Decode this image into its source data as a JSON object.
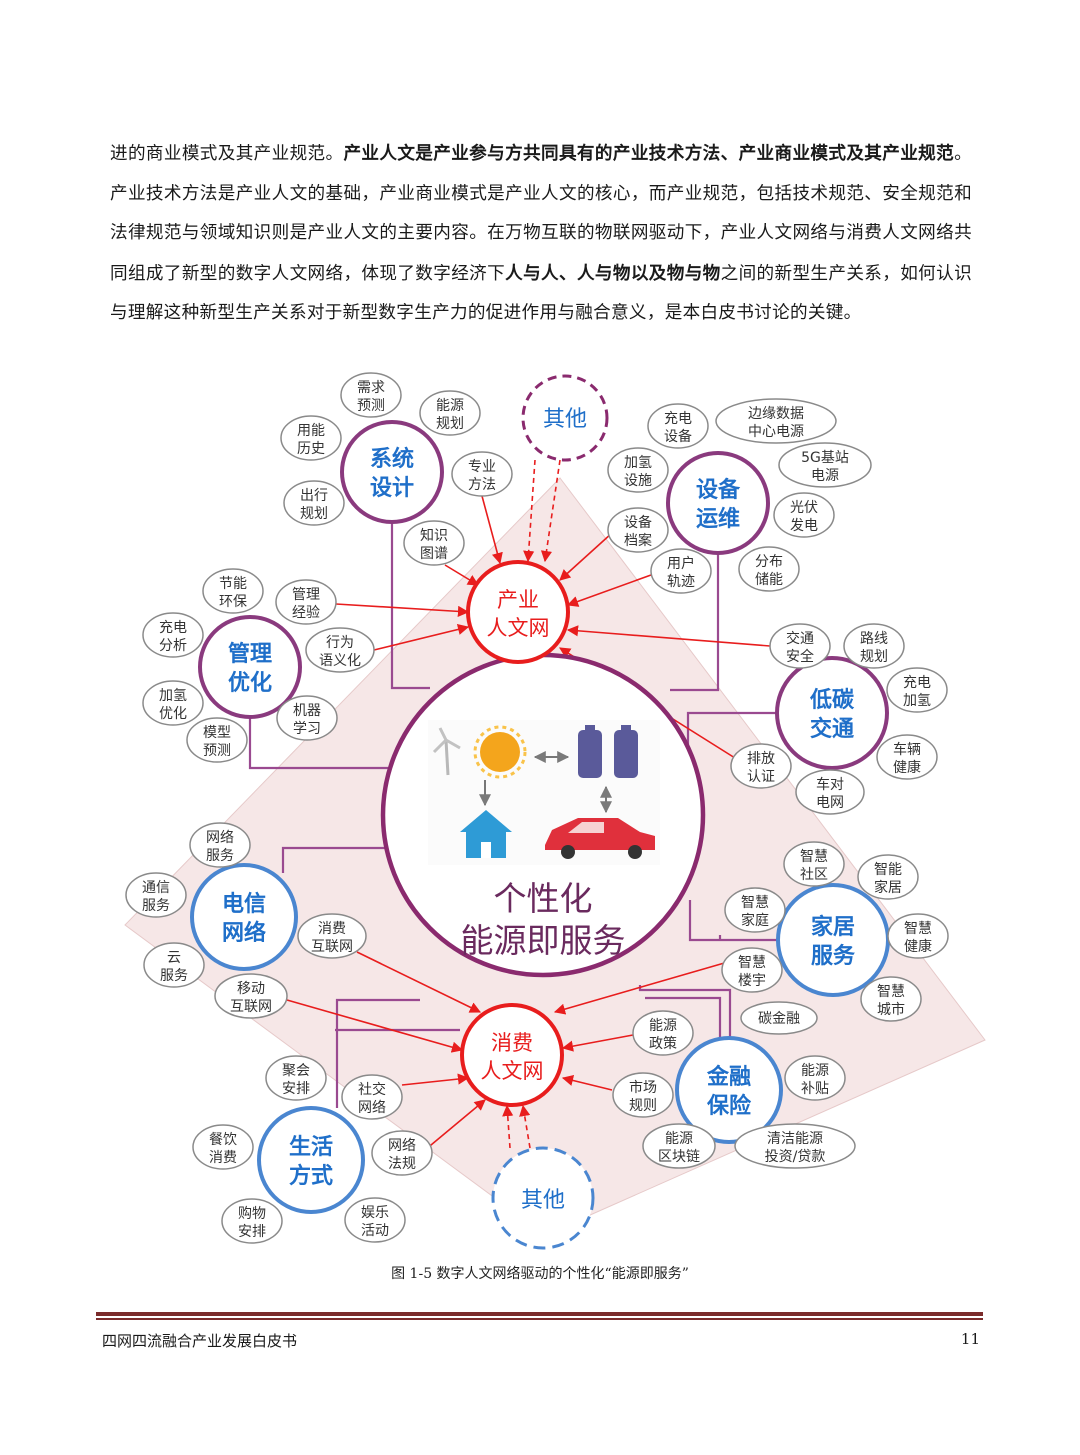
{
  "paragraph": {
    "s1": "进的商业模式及其产业规范。",
    "s2": "产业人文是产业参与方共同具有的产业技术方法、产业商业模式及其产业规范",
    "s3": "。产业技术方法是产业人文的基础，产业商业模式是产业人文的核心，而产业规范，包括技术规范、安全规范和法律规范与领域知识则是产业人文的主要内容。在万物互联的物联网驱动下，产业人文网络与消费人文网络共同组成了新型的数字人文网络，体现了数字经济下",
    "s4": "人与人、人与物以及物与物",
    "s5": "之间的新型生产关系，如何认识与理解这种新型生产关系对于新型数字生产力的促进作用与融合意义，是本白皮书讨论的关键。"
  },
  "diagram": {
    "center": {
      "line1": "个性化",
      "line2": "能源即服务"
    },
    "hubs": {
      "industry": [
        "产业",
        "人文网"
      ],
      "consumer": [
        "消费",
        "人文网"
      ]
    },
    "other_top": "其他",
    "other_bottom": "其他",
    "clusters": {
      "system": [
        "系统",
        "设计"
      ],
      "equipment": [
        "设备",
        "运维"
      ],
      "management": [
        "管理",
        "优化"
      ],
      "transport": [
        "低碳",
        "交通"
      ],
      "telecom": [
        "电信",
        "网络"
      ],
      "home": [
        "家居",
        "服务"
      ],
      "finance": [
        "金融",
        "保险"
      ],
      "life": [
        "生活",
        "方式"
      ]
    },
    "leaves": {
      "demand_forecast": [
        "需求",
        "预测"
      ],
      "energy_plan": [
        "能源",
        "规划"
      ],
      "usage_history": [
        "用能",
        "历史"
      ],
      "travel_plan": [
        "出行",
        "规划"
      ],
      "expert_method": [
        "专业",
        "方法"
      ],
      "knowledge_graph": [
        "知识",
        "图谱"
      ],
      "charging_device": [
        "充电",
        "设备"
      ],
      "edge_data": [
        "边缘数据",
        "中心电源"
      ],
      "hydrogen_facility": [
        "加氢",
        "设施"
      ],
      "station_5g": [
        "5G基站",
        "电源"
      ],
      "solar_power": [
        "光伏",
        "发电"
      ],
      "device_archive": [
        "设备",
        "档案"
      ],
      "user_track": [
        "用户",
        "轨迹"
      ],
      "distributed_storage": [
        "分布",
        "储能"
      ],
      "energy_saving": [
        "节能",
        "环保"
      ],
      "management_exp": [
        "管理",
        "经验"
      ],
      "charging_analysis": [
        "充电",
        "分析"
      ],
      "behavior_semantic": [
        "行为",
        "语义化"
      ],
      "hydrogen_opt": [
        "加氢",
        "优化"
      ],
      "machine_learning": [
        "机器",
        "学习"
      ],
      "model_forecast": [
        "模型",
        "预测"
      ],
      "traffic_safety": [
        "交通",
        "安全"
      ],
      "route_plan": [
        "路线",
        "规划"
      ],
      "charge_hydrogen": [
        "充电",
        "加氢"
      ],
      "emission_cert": [
        "排放",
        "认证"
      ],
      "vehicle_health": [
        "车辆",
        "健康"
      ],
      "v2g": [
        "车对",
        "电网"
      ],
      "network_service": [
        "网络",
        "服务"
      ],
      "comm_service": [
        "通信",
        "服务"
      ],
      "consumer_iot": [
        "消费",
        "互联网"
      ],
      "cloud_service": [
        "云",
        "服务"
      ],
      "mobile_internet": [
        "移动",
        "互联网"
      ],
      "smart_community": [
        "智慧",
        "社区"
      ],
      "smart_home_l": [
        "智能",
        "家居"
      ],
      "smart_family": [
        "智慧",
        "家庭"
      ],
      "smart_health": [
        "智慧",
        "健康"
      ],
      "smart_building": [
        "智慧",
        "楼宇"
      ],
      "smart_city": [
        "智慧",
        "城市"
      ],
      "carbon_finance": [
        "碳金融"
      ],
      "energy_policy": [
        "能源",
        "政策"
      ],
      "energy_subsidy": [
        "能源",
        "补贴"
      ],
      "market_rule": [
        "市场",
        "规则"
      ],
      "energy_blockchain": [
        "能源",
        "区块链"
      ],
      "clean_invest": [
        "清洁能源",
        "投资/贷款"
      ],
      "gathering": [
        "聚会",
        "安排"
      ],
      "social_network": [
        "社交",
        "网络"
      ],
      "dining": [
        "餐饮",
        "消费"
      ],
      "network_law": [
        "网络",
        "法规"
      ],
      "shopping": [
        "购物",
        "安排"
      ],
      "entertainment": [
        "娱乐",
        "活动"
      ]
    }
  },
  "caption": "图 1-5 数字人文网络驱动的个性化“能源即服务”",
  "footer": {
    "title": "四网四流融合产业发展白皮书",
    "page": "11"
  },
  "colors": {
    "purple": "#8a3a7e",
    "blue": "#1f6fc9",
    "red": "#e81d1d",
    "band": "#f6e7e7"
  }
}
